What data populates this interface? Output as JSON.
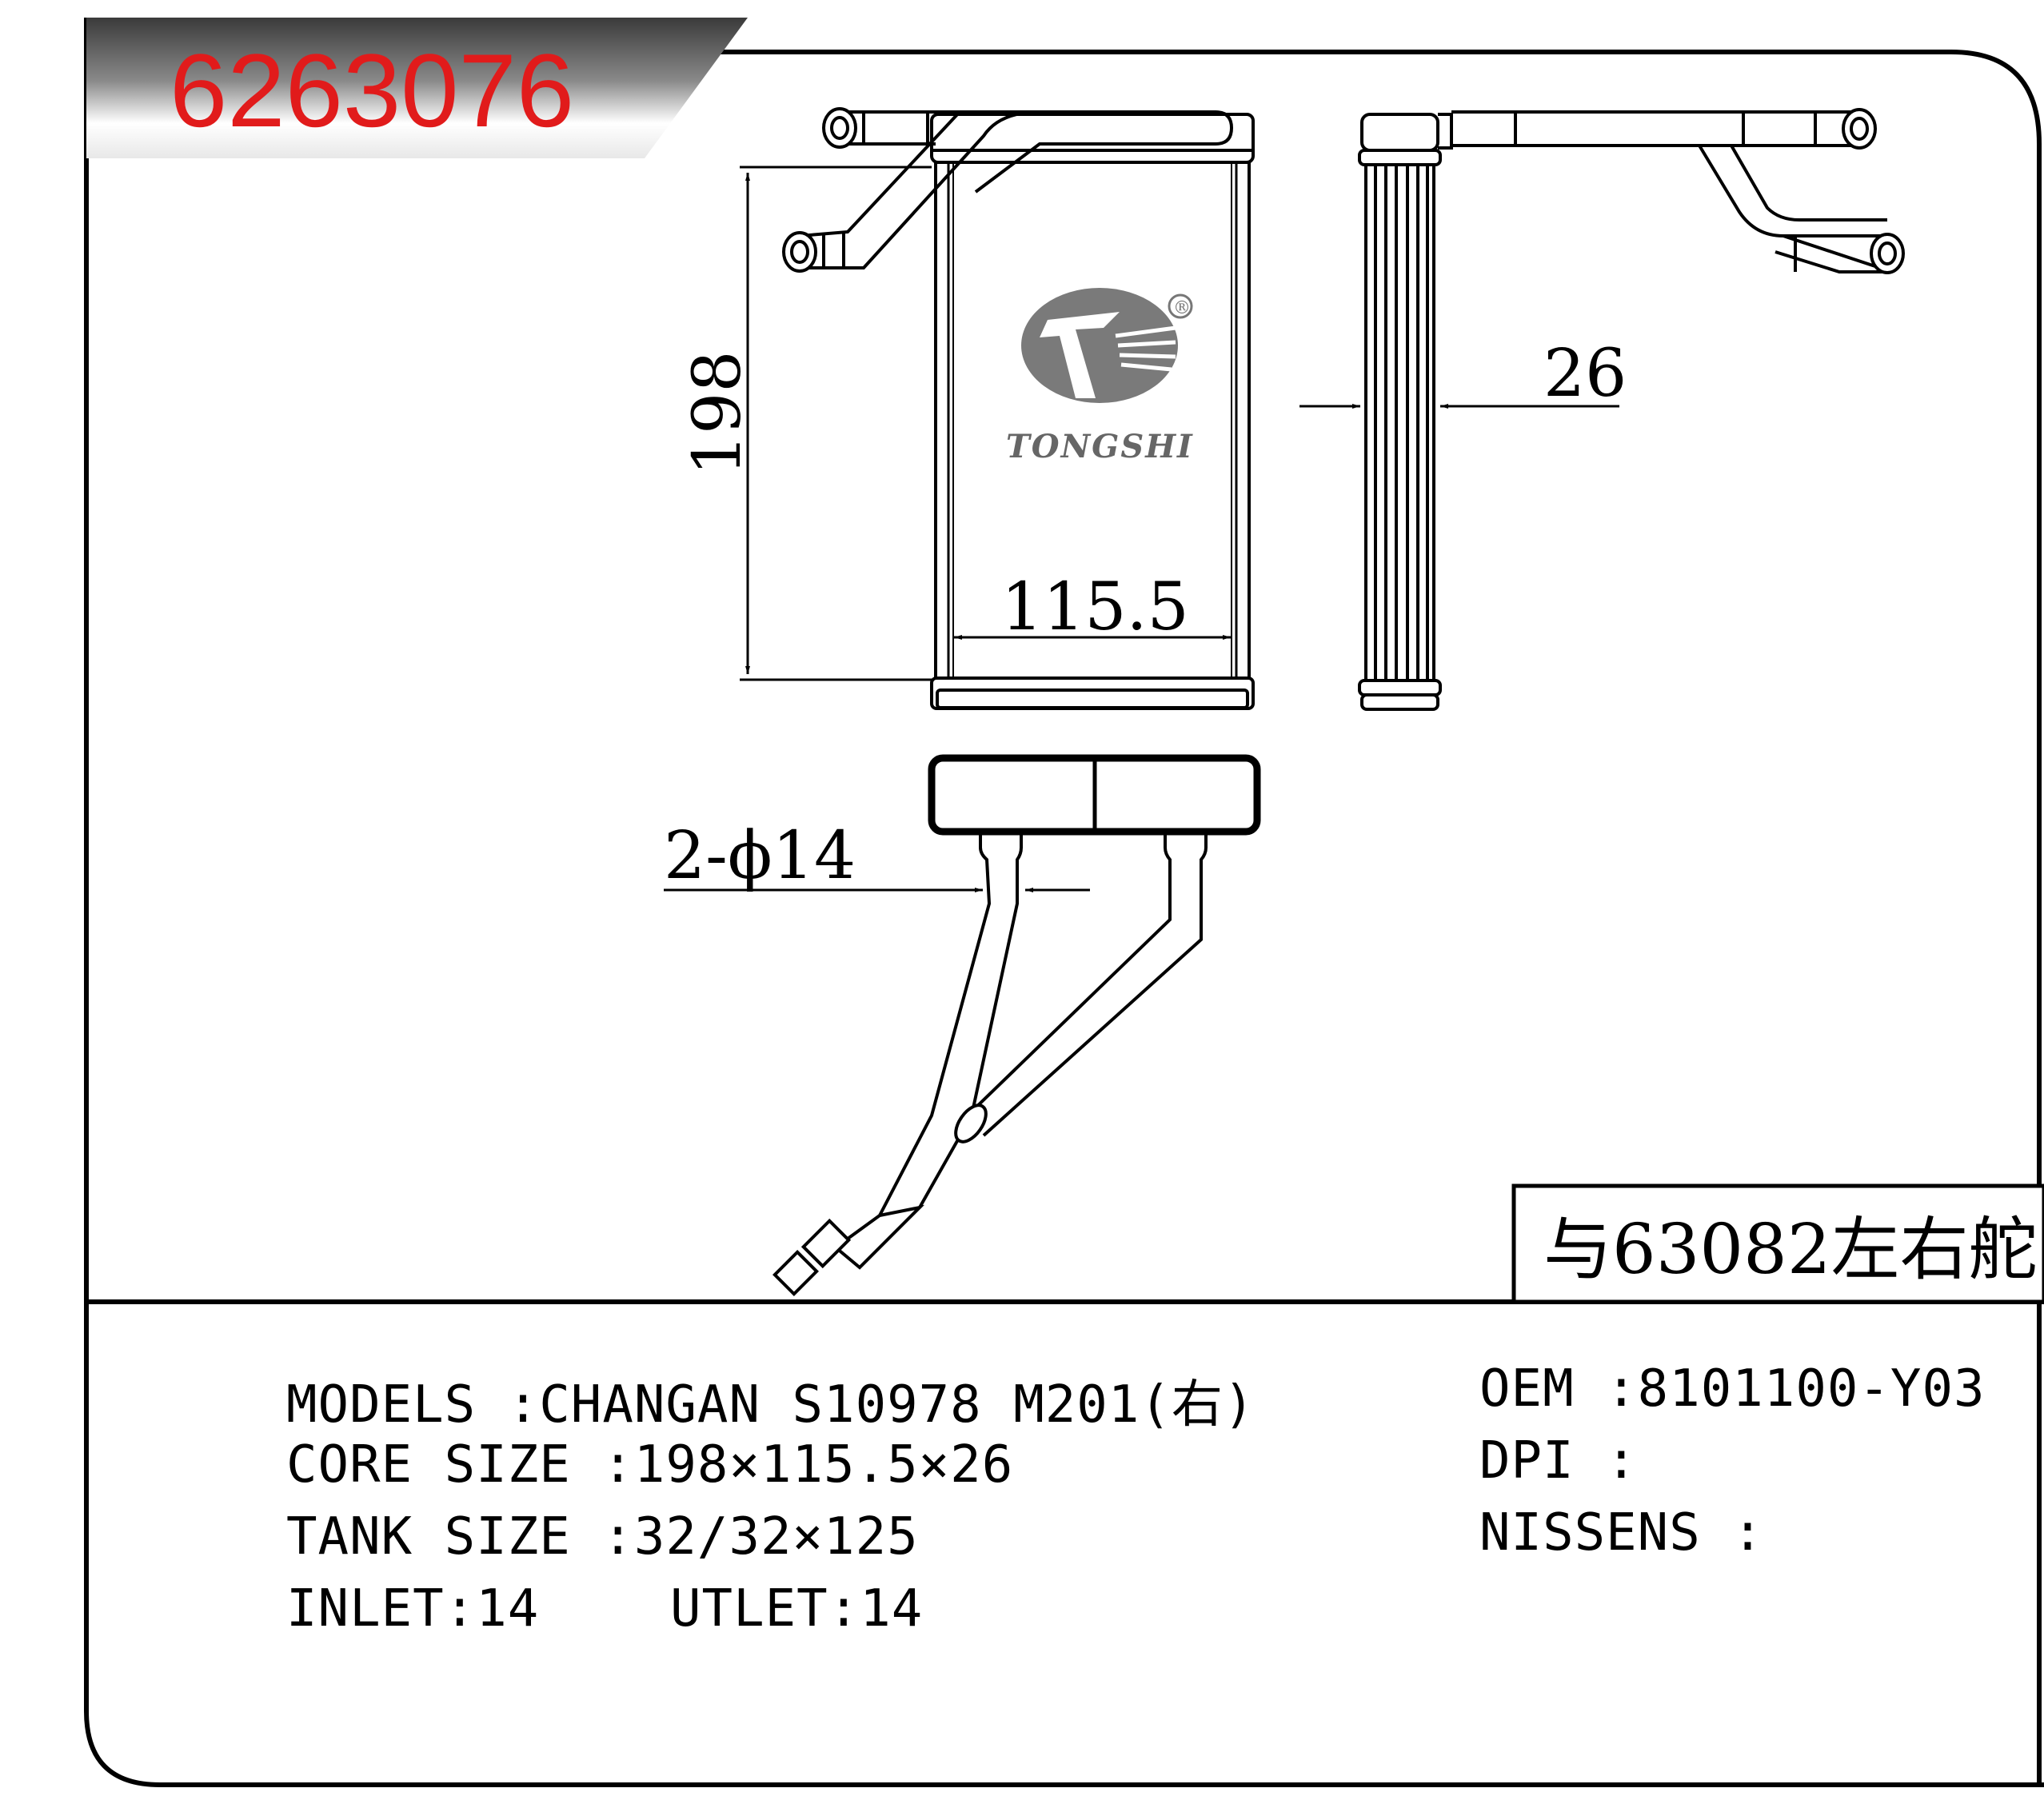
{
  "part_number": "6263076",
  "note": "与63082左右舵",
  "brand": {
    "name": "TONGSHI",
    "registered": "®"
  },
  "dimensions": {
    "height": "198",
    "width": "115.5",
    "depth": "26",
    "pipe": "2-ϕ14"
  },
  "specs": {
    "models": "MODELS :CHANGAN S10978 M201(右)",
    "core_size": "CORE SIZE :198×115.5×26",
    "tank_size": "TANK SIZE :32/32×125",
    "inlet": "INLET:14",
    "outlet": "UTLET:14"
  },
  "refs": {
    "oem": "OEM :8101100-Y03",
    "dpi": "DPI :",
    "nissens": "NISSENS :"
  },
  "colors": {
    "title_red": "#e11b1b",
    "banner_gray": "#6e6e6e",
    "logo_gray": "#777777"
  }
}
